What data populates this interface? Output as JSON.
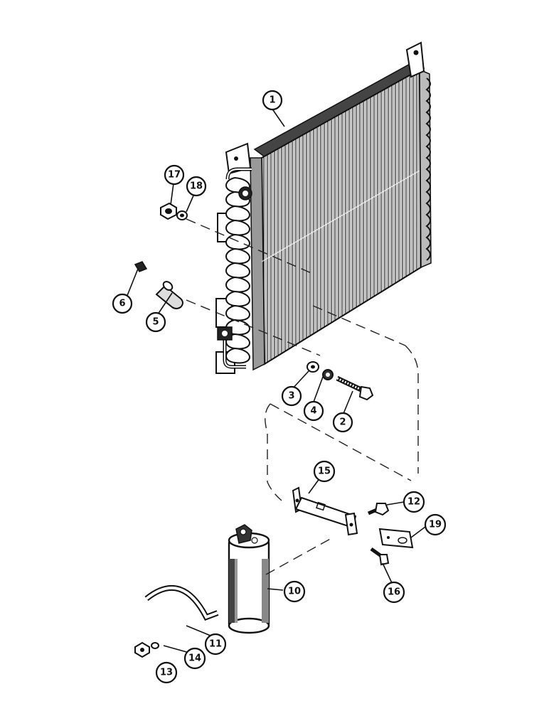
{
  "callouts": [
    {
      "id": "c1",
      "label": "1"
    },
    {
      "id": "c2",
      "label": "2"
    },
    {
      "id": "c3",
      "label": "3"
    },
    {
      "id": "c4",
      "label": "4"
    },
    {
      "id": "c5",
      "label": "5"
    },
    {
      "id": "c6",
      "label": "6"
    },
    {
      "id": "c10",
      "label": "10"
    },
    {
      "id": "c11",
      "label": "11"
    },
    {
      "id": "c12",
      "label": "12"
    },
    {
      "id": "c13",
      "label": "13"
    },
    {
      "id": "c14",
      "label": "14"
    },
    {
      "id": "c15",
      "label": "15"
    },
    {
      "id": "c16",
      "label": "16"
    },
    {
      "id": "c17",
      "label": "17"
    },
    {
      "id": "c18",
      "label": "18"
    },
    {
      "id": "c19",
      "label": "19"
    }
  ]
}
